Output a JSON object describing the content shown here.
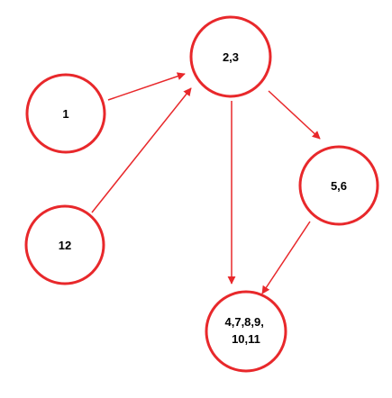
{
  "diagram": {
    "colors": {
      "node_stroke": "#e8282b",
      "edge": "#e8282b",
      "label": "#000000",
      "background": "#ffffff"
    },
    "nodes": [
      {
        "id": "n1",
        "label": "1"
      },
      {
        "id": "n23",
        "label": "2,3"
      },
      {
        "id": "n12",
        "label": "12"
      },
      {
        "id": "n56",
        "label": "5,6"
      },
      {
        "id": "n4",
        "label": "4,7,8,9,\n10,11"
      }
    ],
    "edges": [
      {
        "from": "n1",
        "to": "n23"
      },
      {
        "from": "n12",
        "to": "n23"
      },
      {
        "from": "n23",
        "to": "n56"
      },
      {
        "from": "n23",
        "to": "n4"
      },
      {
        "from": "n56",
        "to": "n4"
      }
    ]
  }
}
